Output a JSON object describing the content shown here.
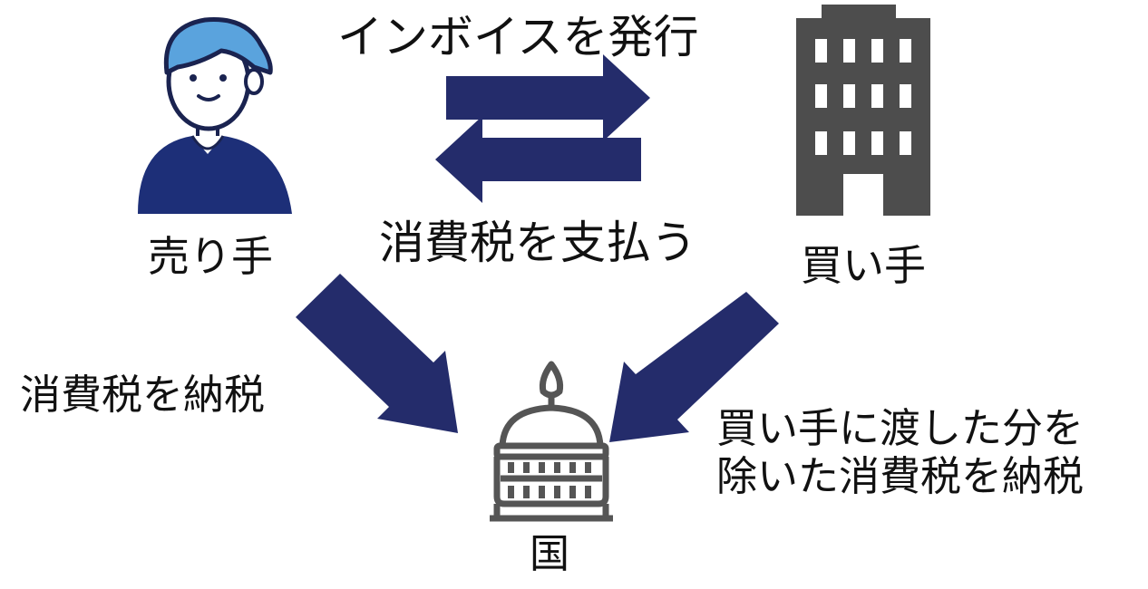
{
  "labels": {
    "issue_invoice": "インボイスを発行",
    "pay_tax": "消費税を支払う",
    "seller": "売り手",
    "buyer": "買い手",
    "seller_tax": "消費税を納税",
    "buyer_tax_line1": "買い手に渡した分を",
    "buyer_tax_line2": "除いた消費税を納税",
    "state": "国"
  },
  "icons": {
    "seller": "person-icon",
    "buyer": "office-building-icon",
    "state": "capitol-dome-icon"
  },
  "colors": {
    "arrow": "#242c6b",
    "person_body": "#1d2f78",
    "person_hair": "#5aa3dd",
    "building": "#4d4d4d",
    "capitol": "#555555"
  }
}
